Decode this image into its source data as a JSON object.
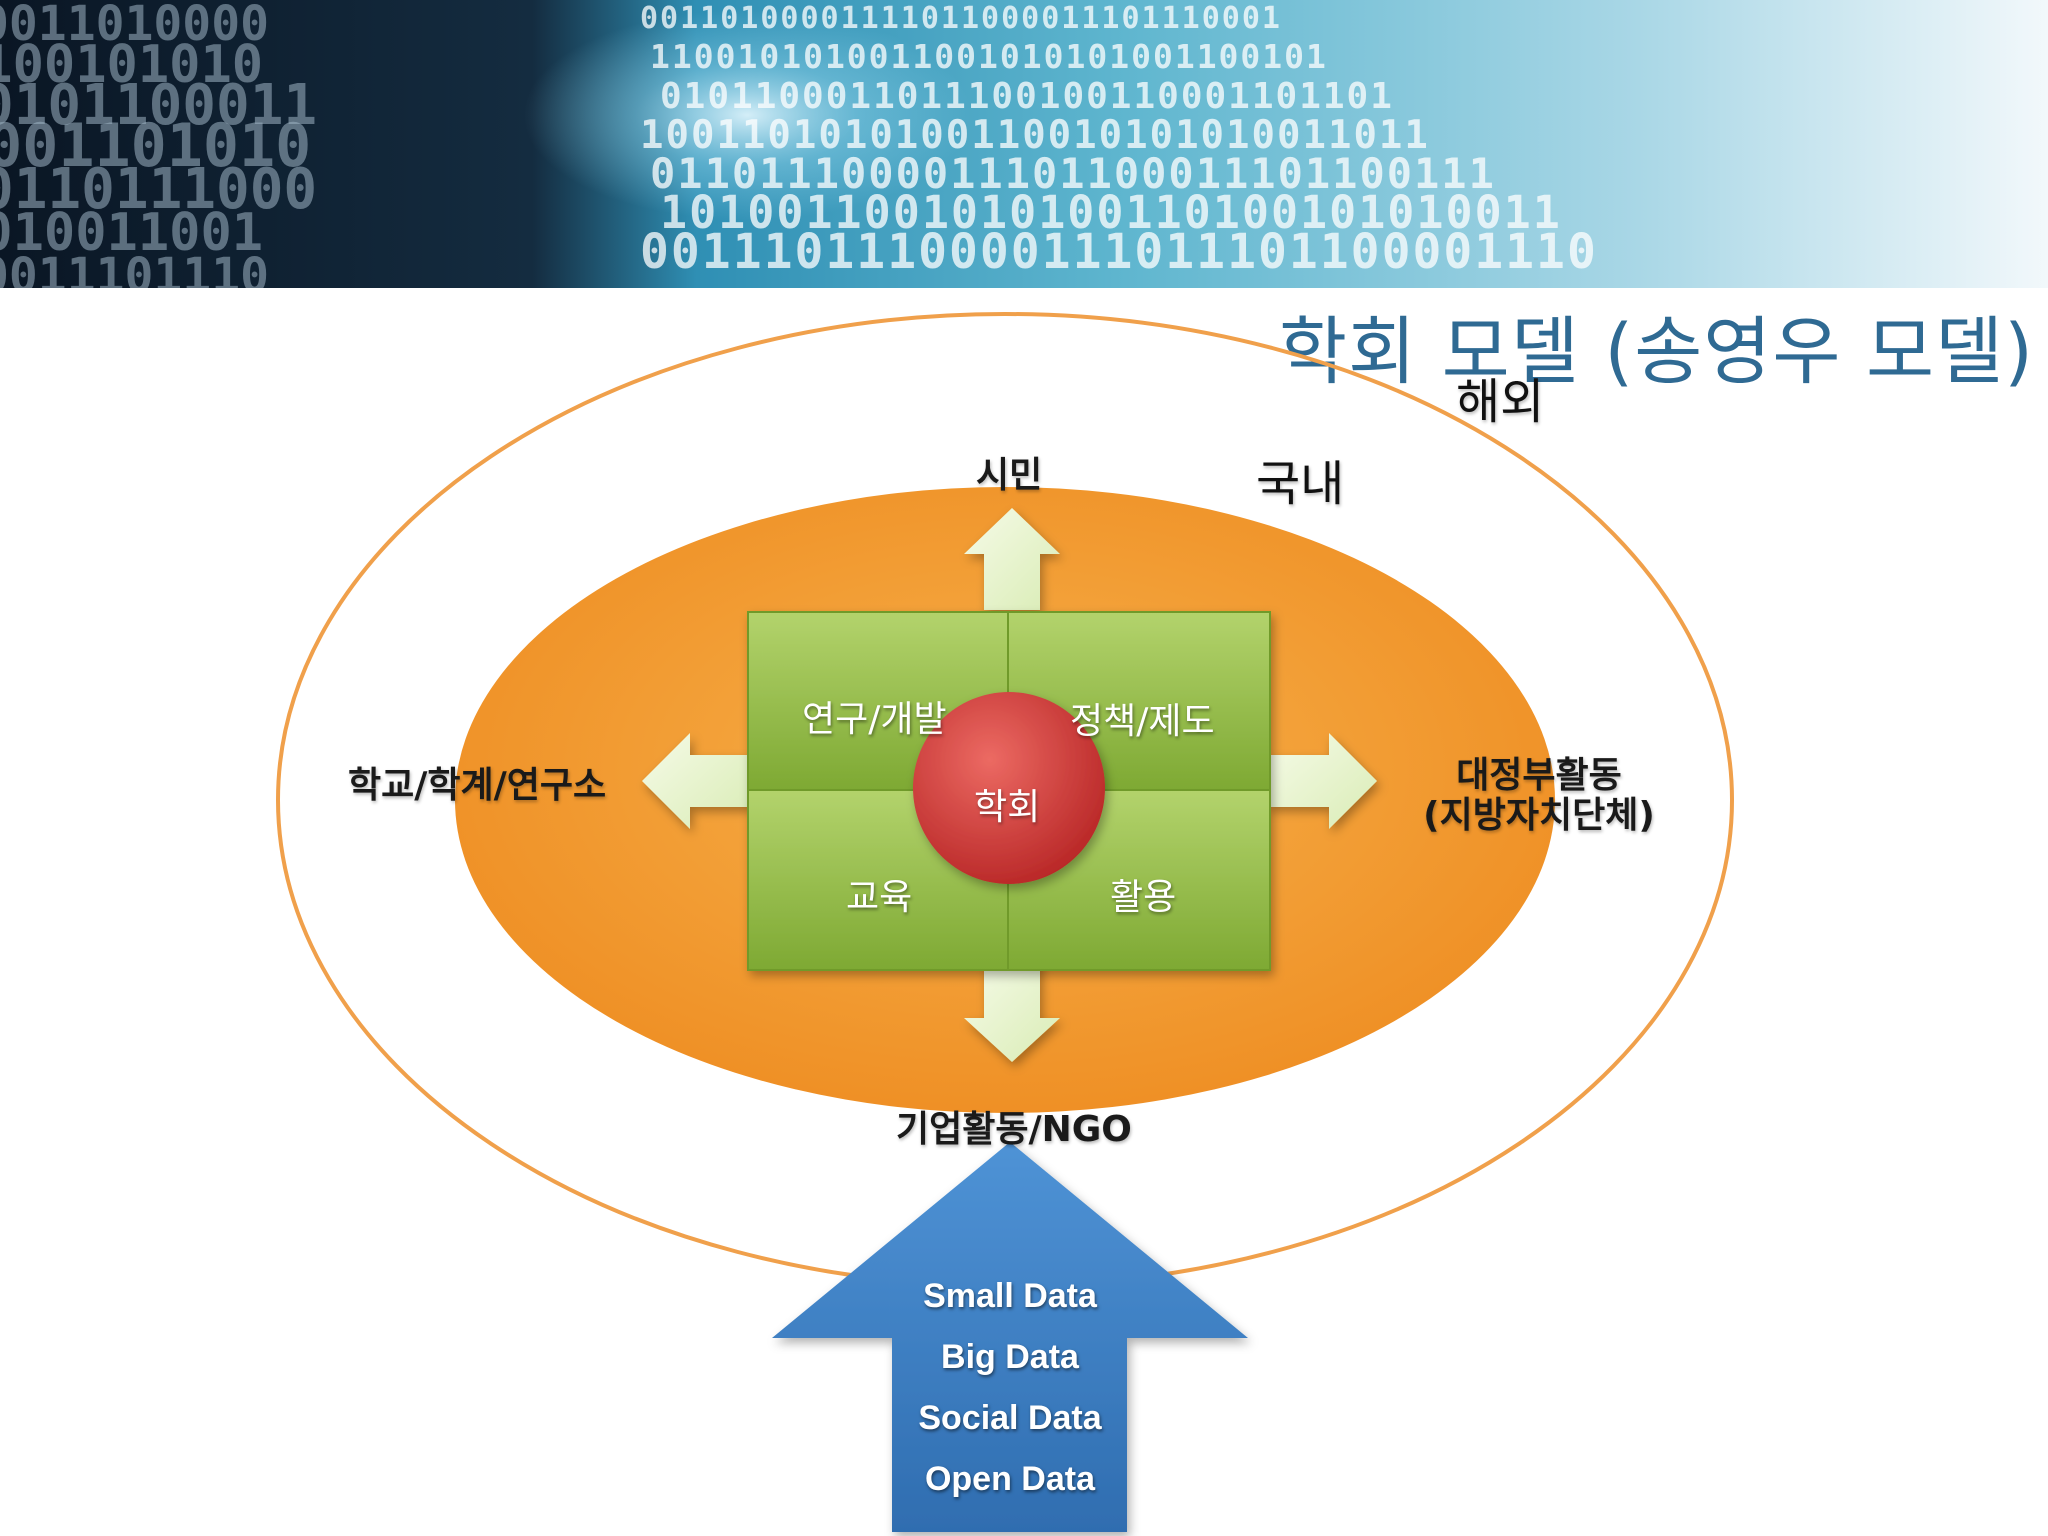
{
  "slide": {
    "title": "학회 모델 (송영우 모델)"
  },
  "banner": {
    "rows": [
      "00110100001111011000011101110001",
      "1100101010011001010101001100101",
      "0101100011011100100110001101101",
      "1001101010100110010101010011011",
      "0110111000011101100011101100111",
      "1010011001010100110100101010011",
      "0011101110000111011101100001110"
    ],
    "colors": {
      "dark": "#0b1a2a",
      "mid": "#2a7fa6",
      "light": "#cfeaf2"
    }
  },
  "diagram": {
    "outer_scope": "해외",
    "inner_scope": "국내",
    "center": "학회",
    "quadrants": {
      "top_left": "연구/개발",
      "top_right": "정책/제도",
      "bottom_left": "교육",
      "bottom_right": "활용"
    },
    "directions": {
      "up": "시민",
      "left": "학교/학계/연구소",
      "right_line1": "대정부활동",
      "right_line2": "(지방자치단체)",
      "down": "기업활동/NGO"
    },
    "data_sources": [
      "Small Data",
      "Big Data",
      "Social Data",
      "Open Data"
    ],
    "colors": {
      "outer_ring": "#f0a04b",
      "inner_ellipse": "#f39a2e",
      "quadrant_fill": "#93bb45",
      "center_circle": "#cc3433",
      "arrow_fill": "#eef6d8",
      "data_arrow": "#3d7fc4"
    }
  }
}
